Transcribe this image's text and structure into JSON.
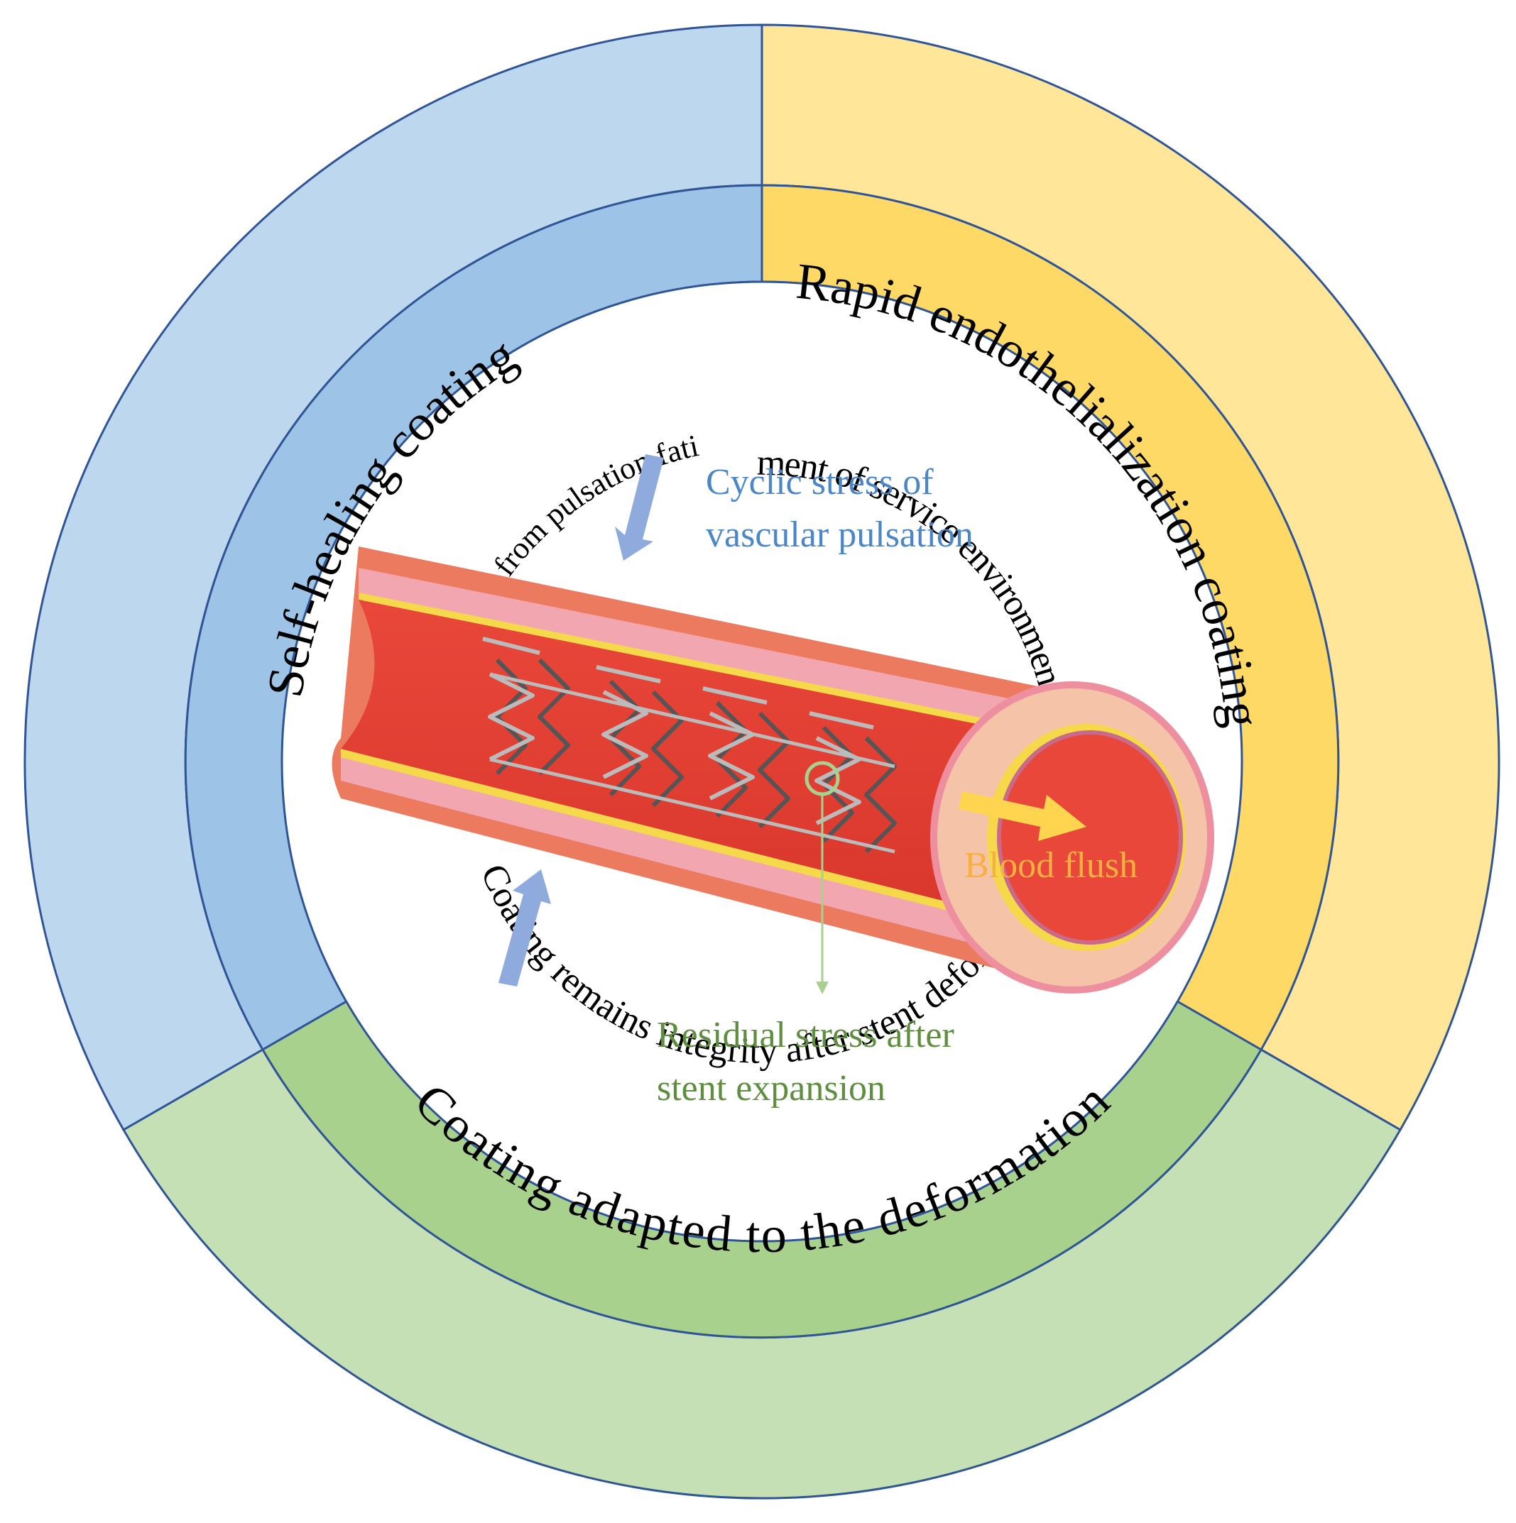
{
  "outer_ring": {
    "left_label": "Self-healing coating",
    "right_label": "Rapid endothelialization coating",
    "bottom_label": "Coating adapted to the deformation"
  },
  "inner_ring": {
    "left_label": "Repairing damage from pulsation fatigue",
    "right_label": "Improvement of service environment for corrosion",
    "bottom_label": "Coating remains integrity after stent deformation"
  },
  "center": {
    "cyclic_stress": [
      "Cyclic stress of",
      "vascular pulsation"
    ],
    "blood_flush": "Blood flush",
    "residual_stress": [
      "Residual stress after",
      "stent expansion"
    ]
  },
  "colors": {
    "outer_blue": "#BDD7EE",
    "inner_blue": "#9DC3E6",
    "outer_yellow": "#FFE699",
    "inner_yellow": "#FFD966",
    "outer_green": "#C5E0B4",
    "inner_green": "#A9D18E",
    "ring_stroke": "#2F5597",
    "cyclic_text": "#4A86C8",
    "blood_text": "#F5B041",
    "residual_text": "#5E8E3E",
    "arrow_blue": "#8FAADC",
    "arrow_yellow": "#FFD54F",
    "vessel_red": "#E8473A",
    "vessel_outer": "#EB7A5E",
    "vessel_pink": "#F2A7B0",
    "vessel_yellow": "#F5D94A"
  }
}
